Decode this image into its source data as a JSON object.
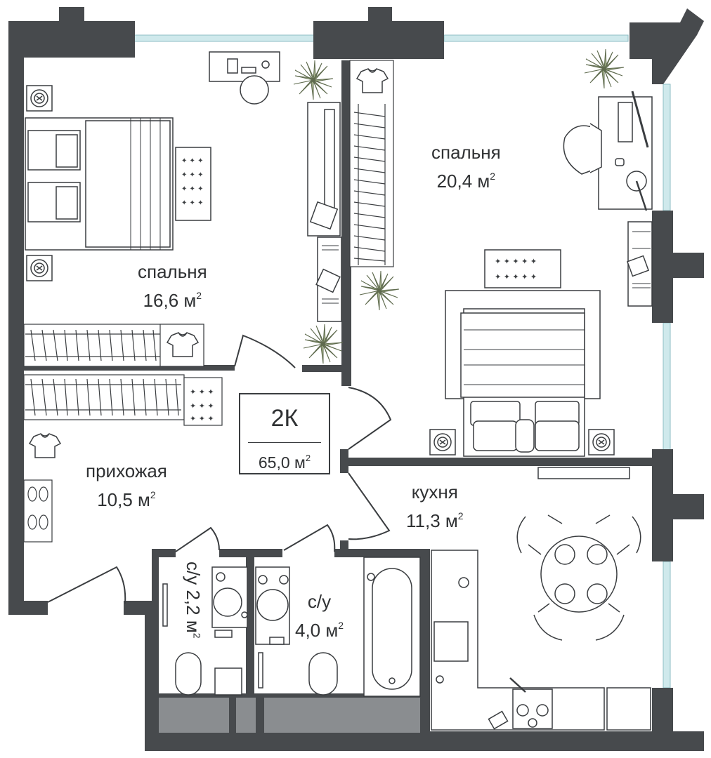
{
  "colors": {
    "wall": "#474a4d",
    "window": "#cfe9ec",
    "furniture_stroke": "#3a3d40",
    "plant": "#9aab7f",
    "shelf_fill": "#8a8d90"
  },
  "plan": {
    "type": "2К",
    "total_area": "65,0 м",
    "sup": "2"
  },
  "rooms": {
    "bedroom1": {
      "name": "спальня",
      "area": "16,6 м",
      "sup": "2"
    },
    "bedroom2": {
      "name": "спальня",
      "area": "20,4 м",
      "sup": "2"
    },
    "hallway": {
      "name": "прихожая",
      "area": "10,5 м",
      "sup": "2"
    },
    "kitchen": {
      "name": "кухня",
      "area": "11,3 м",
      "sup": "2"
    },
    "bath1": {
      "name": "с/у 2,2 м",
      "sup": "2"
    },
    "bath2": {
      "name": "с/у",
      "area": "4,0 м",
      "sup": "2"
    }
  },
  "icons": [
    "plant-icon",
    "bed-icon",
    "wardrobe-icon",
    "desk-icon",
    "chair-icon",
    "table-icon",
    "toilet-icon",
    "bathtub-icon",
    "sink-icon",
    "stove-icon",
    "nightstand-icon",
    "shirt-icon",
    "shoes-icon",
    "rug-icon"
  ]
}
